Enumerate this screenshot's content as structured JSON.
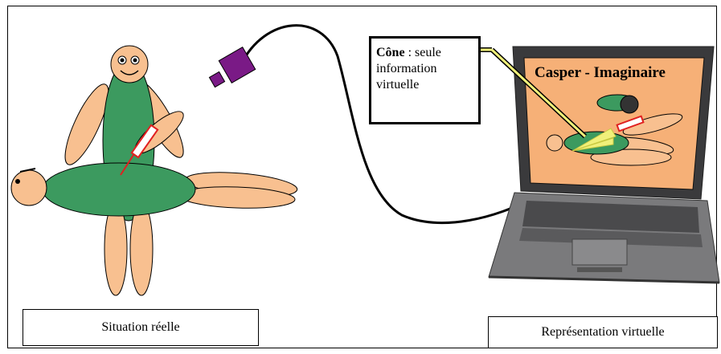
{
  "captions": {
    "left": "Situation réelle",
    "right": "Représentation virtuelle"
  },
  "callout": {
    "term": "Cône",
    "rest": " : seule information virtuelle"
  },
  "screen": {
    "title": "Casper - Imaginaire"
  },
  "colors": {
    "body_green": "#3c9a5f",
    "skin": "#f8c090",
    "camera": "#7a1a86",
    "screen_bg": "#f6b077",
    "laptop": "#6e6e70",
    "cone": "#f0f07a"
  }
}
